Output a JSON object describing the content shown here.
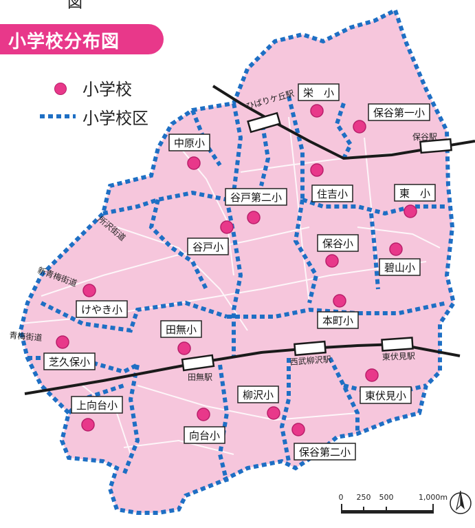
{
  "title": "小学校分布図",
  "top_fragment": "図",
  "legend": {
    "school": "小学校",
    "district": "小学校区"
  },
  "colors": {
    "accent": "#e8388a",
    "district_border": "#1e6fc4",
    "map_fill": "#f6c6dc",
    "rail": "#1a1a1a"
  },
  "schools": [
    {
      "name": "栄　小",
      "dot": [
        461,
        161
      ],
      "label": [
        434,
        122
      ]
    },
    {
      "name": "保谷第一小",
      "dot": [
        523,
        184
      ],
      "label": [
        536,
        151
      ]
    },
    {
      "name": "中原小",
      "dot": [
        282,
        237
      ],
      "label": [
        246,
        195
      ]
    },
    {
      "name": "住吉小",
      "dot": [
        461,
        247
      ],
      "label": [
        454,
        269
      ]
    },
    {
      "name": "谷戸第二小",
      "dot": [
        369,
        316
      ],
      "label": [
        328,
        274
      ]
    },
    {
      "name": "東　小",
      "dot": [
        597,
        307
      ],
      "label": [
        574,
        268
      ]
    },
    {
      "name": "谷戸小",
      "dot": [
        330,
        330
      ],
      "label": [
        273,
        346
      ]
    },
    {
      "name": "保谷小",
      "dot": [
        483,
        379
      ],
      "label": [
        462,
        341
      ]
    },
    {
      "name": "碧山小",
      "dot": [
        576,
        362
      ],
      "label": [
        552,
        376
      ]
    },
    {
      "name": "けやき小",
      "dot": [
        130,
        422
      ],
      "label": [
        111,
        437
      ]
    },
    {
      "name": "本町小",
      "dot": [
        494,
        437
      ],
      "label": [
        462,
        453
      ]
    },
    {
      "name": "田無小",
      "dot": [
        268,
        506
      ],
      "label": [
        234,
        466
      ]
    },
    {
      "name": "芝久保小",
      "dot": [
        91,
        497
      ],
      "label": [
        64,
        513
      ]
    },
    {
      "name": "東伏見小",
      "dot": [
        541,
        545
      ],
      "label": [
        524,
        562
      ]
    },
    {
      "name": "柳沢小",
      "dot": [
        398,
        600
      ],
      "label": [
        346,
        561
      ]
    },
    {
      "name": "上向台小",
      "dot": [
        128,
        617
      ],
      "label": [
        104,
        576
      ]
    },
    {
      "name": "向台小",
      "dot": [
        296,
        602
      ],
      "label": [
        268,
        620
      ]
    },
    {
      "name": "保谷第二小",
      "dot": [
        434,
        624
      ],
      "label": [
        428,
        644
      ]
    }
  ],
  "stations": [
    {
      "name": "ひばりケ丘駅",
      "box": [
        384,
        178,
        -16
      ],
      "label": [
        394,
        149,
        -16
      ]
    },
    {
      "name": "保谷駅",
      "box": [
        634,
        212,
        -5
      ],
      "label": [
        618,
        203,
        0
      ]
    },
    {
      "name": "田無駅",
      "box": [
        288,
        527,
        -8
      ],
      "label": [
        291,
        552,
        0
      ]
    },
    {
      "name": "西武柳沢駅",
      "box": [
        451,
        506,
        -5
      ],
      "label": [
        452,
        528,
        -4
      ]
    },
    {
      "name": "東伏見駅",
      "box": [
        578,
        500,
        -4
      ],
      "label": [
        580,
        522,
        -2
      ]
    }
  ],
  "roads": [
    {
      "name": "所沢街道",
      "label": [
        160,
        335,
        40
      ]
    },
    {
      "name": "新青梅街道",
      "label": [
        82,
        406,
        20
      ]
    },
    {
      "name": "青梅街道",
      "label": [
        37,
        493,
        5
      ]
    }
  ],
  "scale": {
    "ticks": [
      "0",
      "250",
      "500",
      "1,000m"
    ]
  },
  "chart_data": {
    "type": "map",
    "title": "小学校分布図",
    "legend": [
      "小学校",
      "小学校区"
    ],
    "schools": [
      "栄　小",
      "保谷第一小",
      "中原小",
      "住吉小",
      "谷戸第二小",
      "東　小",
      "谷戸小",
      "保谷小",
      "碧山小",
      "けやき小",
      "本町小",
      "田無小",
      "芝久保小",
      "東伏見小",
      "柳沢小",
      "上向台小",
      "向台小",
      "保谷第二小"
    ],
    "stations": [
      "ひばりケ丘駅",
      "保谷駅",
      "田無駅",
      "西武柳沢駅",
      "東伏見駅"
    ],
    "roads": [
      "所沢街道",
      "新青梅街道",
      "青梅街道"
    ],
    "scale_ticks": [
      "0",
      "250",
      "500",
      "1,000m"
    ]
  }
}
